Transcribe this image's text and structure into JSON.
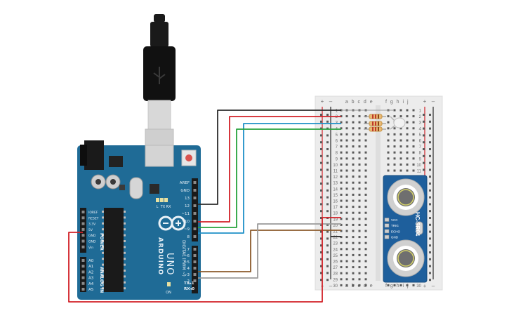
{
  "arduino": {
    "brand": "ARDUINO",
    "model": "UNO",
    "digital_header_label": "DIGITAL (PWM ~)",
    "power_label": "POWER",
    "analog_label": "ANALOG IN",
    "pin_on": "ON",
    "pin_l": "L",
    "pin_tx": "TX",
    "pin_rx": "RX",
    "tx_pin_label": "TX▸1",
    "rx_pin_label": "RX◂0",
    "top_pins": [
      "AREF",
      "GND",
      "13",
      "12",
      "~11",
      "~10",
      "~9",
      "8"
    ],
    "bottom_pins": [
      "7",
      "~6",
      "~5",
      "4",
      "~3",
      "2"
    ],
    "power_pins": [
      "IOREF",
      "RESET",
      "3.3V",
      "5V",
      "GND",
      "GND",
      "Vin"
    ],
    "analog_pins": [
      "A0",
      "A1",
      "A2",
      "A3",
      "A4",
      "A5"
    ]
  },
  "breadboard": {
    "plus": "+",
    "minus": "–",
    "left_cols": "a b c d e",
    "right_cols": "f g h i j",
    "rows": [
      "1",
      "2",
      "3",
      "4",
      "5",
      "6",
      "7",
      "8",
      "9",
      "10",
      "11",
      "12",
      "13",
      "14",
      "15",
      "16",
      "17",
      "18",
      "19",
      "20",
      "21",
      "22",
      "23",
      "24",
      "25",
      "26",
      "27",
      "28",
      "29",
      "30"
    ]
  },
  "sensor": {
    "model": "HC-SR04",
    "pins": [
      "VCC",
      "TRIG",
      "ECHO",
      "GND"
    ],
    "pin_names_lower": [
      "Vcc",
      "Trig",
      "Echo",
      "Gnd"
    ]
  },
  "colors": {
    "board_blue": "#1f6b96",
    "wire_black": "#2b2b2b",
    "wire_red": "#d22027",
    "wire_blue": "#1e90c8",
    "wire_green": "#27a33c",
    "wire_brown": "#8b5a2b",
    "wire_gray": "#9a9a9a",
    "breadboard": "#ececec",
    "sensor_blue": "#1e5f9c"
  }
}
